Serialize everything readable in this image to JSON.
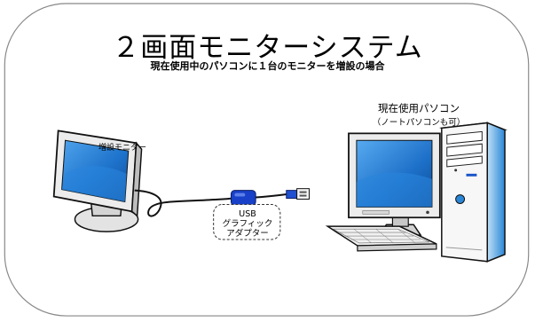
{
  "diagram": {
    "title": "２画面モニターシステム",
    "subtitle": "現在使用中のパソコンに１台のモニターを増設の場合",
    "added_monitor_label": "増設モニター",
    "pc_label": "現在使用パソコン",
    "pc_note": "（ノートパソコンも可）",
    "adapter_label_lines": [
      "USB",
      "グラフィック",
      "アダプター"
    ]
  },
  "colors": {
    "screen_blue": "#1a72c9",
    "bezel": "#e6e6e6",
    "adapter_blue": "#1840c8",
    "cable": "#111111"
  },
  "icons": [
    "added-monitor-icon",
    "desktop-pc-icon",
    "usb-adapter-icon",
    "usb-plug-icon",
    "keyboard-icon"
  ]
}
